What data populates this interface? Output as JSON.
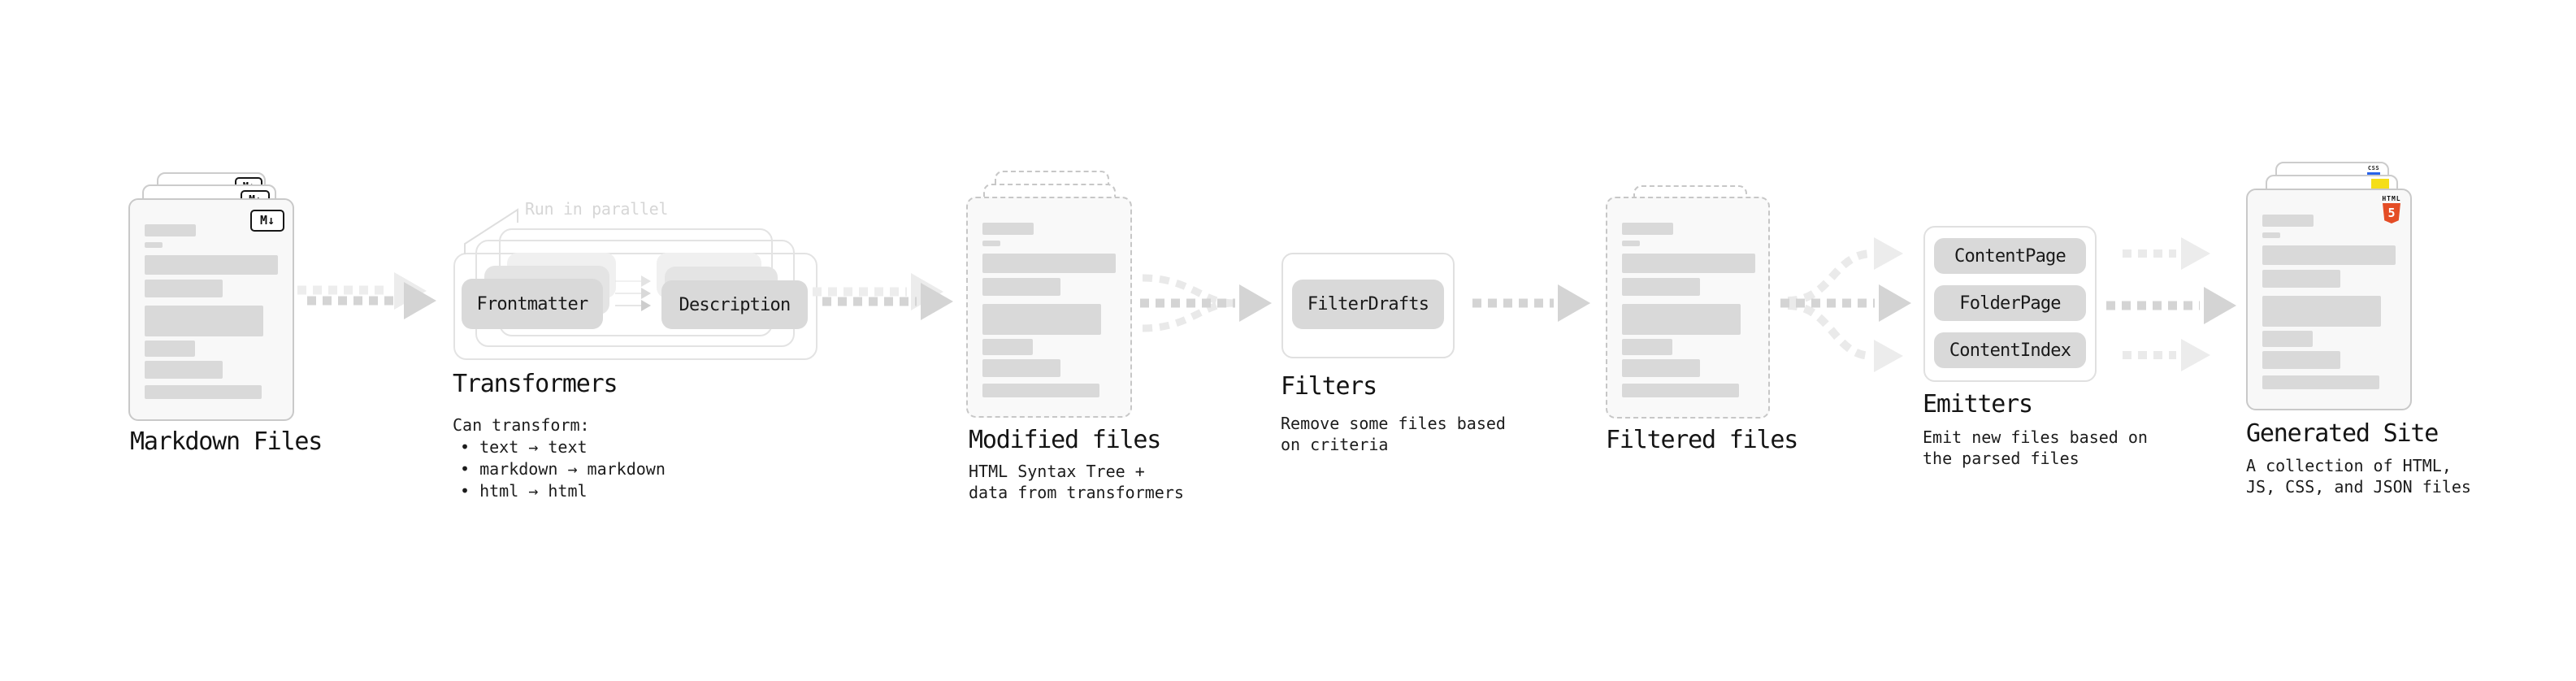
{
  "pipeline": {
    "markdown_files": {
      "label": "Markdown Files",
      "file_icon": "M↓"
    },
    "transformers": {
      "label": "Transformers",
      "parallel_note": "Run in parallel",
      "nodes": [
        "Frontmatter",
        "Description"
      ],
      "caption_title": "Can transform:",
      "caption_items": [
        "• text → text",
        "• markdown → markdown",
        "• html → html"
      ]
    },
    "modified_files": {
      "label": "Modified files",
      "caption_lines": [
        "HTML Syntax Tree +",
        "data from transformers"
      ]
    },
    "filters": {
      "label": "Filters",
      "nodes": [
        "FilterDrafts"
      ],
      "caption_lines": [
        "Remove some files based",
        "on criteria"
      ]
    },
    "filtered_files": {
      "label": "Filtered files"
    },
    "emitters": {
      "label": "Emitters",
      "nodes": [
        "ContentPage",
        "FolderPage",
        "ContentIndex"
      ],
      "caption_lines": [
        "Emit new files based on",
        "the parsed files"
      ]
    },
    "generated_site": {
      "label": "Generated Site",
      "caption_lines": [
        "A collection of HTML,",
        "JS, CSS, and JSON files"
      ],
      "css_icon_text": "CSS",
      "html_icon_text": "HTML",
      "html_icon_number": "5"
    }
  },
  "colors": {
    "page_bg": "#ffffff",
    "doc_fill": "#f8f8f8",
    "doc_border": "#c9c9c9",
    "bar_fill": "#d9d9d9",
    "chip_fill": "#d9d9d9",
    "frame_border": "#e3e3e3",
    "panel_border": "#e0e0e0",
    "arrow_main": "#d4d4d4",
    "arrow_light": "#ececec",
    "text_dark": "#1a1a1a",
    "note_gray": "#d6d6d6",
    "html5_orange": "#e44d26",
    "js_yellow": "#f5de19",
    "css_blue": "#2862e9"
  }
}
